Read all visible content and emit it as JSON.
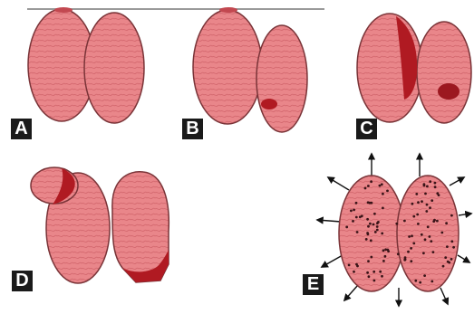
{
  "panels": [
    {
      "label": "A"
    },
    {
      "label": "B"
    },
    {
      "label": "C"
    },
    {
      "label": "D"
    },
    {
      "label": "E"
    }
  ],
  "colors": {
    "cell_fill": "#e9868a",
    "cell_stroke": "#7a3438",
    "cell_texture": "#d56a70",
    "lesion": "#b01a22",
    "dots": "#3a1418",
    "arrows": "#111111"
  }
}
